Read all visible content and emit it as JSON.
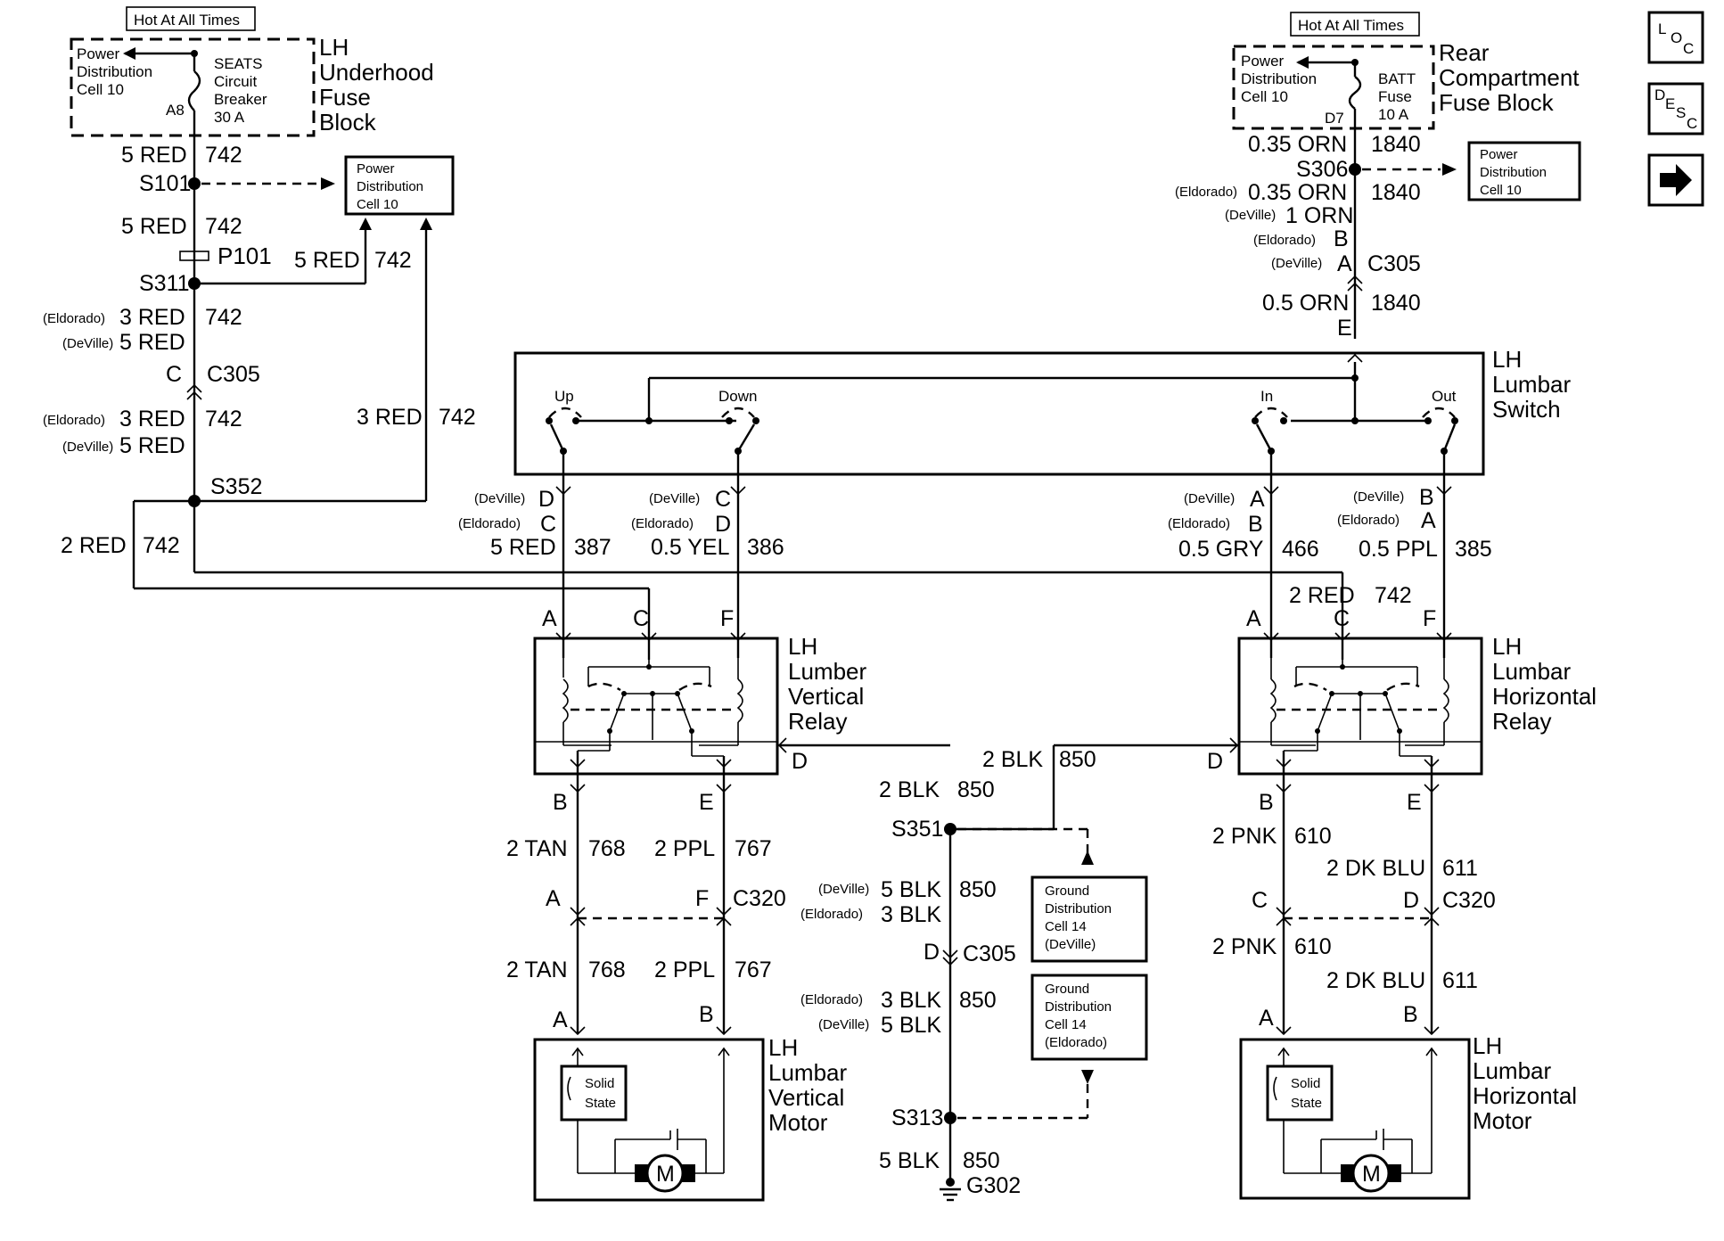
{
  "fuse_block_lh": {
    "hot_label": "Hot At All Times",
    "power_dist": [
      "Power",
      "Distribution",
      "Cell 10"
    ],
    "breaker": [
      "SEATS",
      "Circuit",
      "Breaker",
      "30 A"
    ],
    "pin": "A8",
    "title": [
      "LH",
      "Underhood",
      "Fuse",
      "Block"
    ]
  },
  "fuse_block_rear": {
    "hot_label": "Hot At All Times",
    "power_dist": [
      "Power",
      "Distribution",
      "Cell 10"
    ],
    "fuse": [
      "BATT",
      "Fuse",
      "10 A"
    ],
    "pin": "D7",
    "title": [
      "Rear",
      "Compartment",
      "Fuse Block"
    ]
  },
  "nav": {
    "loc": [
      "L",
      "O",
      "C"
    ],
    "desc": [
      "D",
      "E",
      "S",
      "C"
    ],
    "next_arrow": "→"
  },
  "left_circuit": {
    "w1": [
      "5 RED",
      "742"
    ],
    "s101": "S101",
    "pd1": [
      "Power",
      "Distribution",
      "Cell 10"
    ],
    "w2": [
      "5 RED",
      "742"
    ],
    "p101": "P101",
    "s311": "S311",
    "w3": [
      "5 RED",
      "742"
    ],
    "eld1": "(Eldorado)",
    "eld1_w": "3 RED",
    "eld1_n": "742",
    "dev1": "(DeVille)",
    "dev1_w": "5 RED",
    "conn_c": "C",
    "c305": "C305",
    "eld2": "(Eldorado)",
    "eld2_w": "3 RED",
    "eld2_n": "742",
    "dev2": "(DeVille)",
    "dev2_w": "5 RED",
    "w4": [
      "3 RED",
      "742"
    ],
    "s352": "S352",
    "w5": [
      "2 RED",
      "742"
    ]
  },
  "right_feed": {
    "w1": [
      "0.35 ORN",
      "1840"
    ],
    "s306": "S306",
    "pd": [
      "Power",
      "Distribution",
      "Cell 10"
    ],
    "eld": "(Eldorado)",
    "eld_w": "0.35 ORN",
    "eld_n": "1840",
    "dev": "(DeVille)",
    "dev_w": "1 ORN",
    "eld_pin_l": "(Eldorado)",
    "eld_pin": "B",
    "dev_pin_l": "(DeVille)",
    "dev_pin": "A",
    "c305": "C305",
    "w2": [
      "0.5 ORN",
      "1840"
    ],
    "pin_e": "E"
  },
  "switch": {
    "title": [
      "LH",
      "Lumbar",
      "Switch"
    ],
    "up": "Up",
    "down": "Down",
    "in": "In",
    "out": "Out",
    "p1_dev": "(DeVille)",
    "p1_dev_pin": "D",
    "p1_eld": "(Eldorado)",
    "p1_eld_pin": "C",
    "p1_w": [
      "5 RED",
      "387"
    ],
    "p2_dev": "(DeVille)",
    "p2_dev_pin": "C",
    "p2_eld": "(Eldorado)",
    "p2_eld_pin": "D",
    "p2_w": [
      "0.5 YEL",
      "386"
    ],
    "p3_dev": "(DeVille)",
    "p3_dev_pin": "A",
    "p3_eld": "(Eldorado)",
    "p3_eld_pin": "B",
    "p3_w": [
      "0.5 GRY",
      "466"
    ],
    "p4_dev": "(DeVille)",
    "p4_dev_pin": "B",
    "p4_eld": "(Eldorado)",
    "p4_eld_pin": "A",
    "p4_w": [
      "0.5 PPL",
      "385"
    ]
  },
  "relay_v": {
    "title": [
      "LH",
      "Lumber",
      "Vertical",
      "Relay"
    ],
    "pins": {
      "a": "A",
      "c": "C",
      "f": "F",
      "d": "D",
      "b": "B",
      "e": "E"
    }
  },
  "relay_h": {
    "title": [
      "LH",
      "Lumbar",
      "Horizontal",
      "Relay"
    ],
    "pins": {
      "a": "A",
      "c": "C",
      "f": "F",
      "d": "D",
      "b": "B",
      "e": "E"
    },
    "feed": [
      "2 RED",
      "742"
    ]
  },
  "ground": {
    "w1": [
      "2 BLK",
      "850"
    ],
    "w2": [
      "2 BLK",
      "850"
    ],
    "s351": "S351",
    "dev1": "(DeVille)",
    "dev1_w": "5 BLK",
    "dev1_n": "850",
    "eld1": "(Eldorado)",
    "eld1_w": "3 BLK",
    "pin_d": "D",
    "c305": "C305",
    "eld2": "(Eldorado)",
    "eld2_w": "3 BLK",
    "eld2_n": "850",
    "dev2": "(DeVille)",
    "dev2_w": "5 BLK",
    "s313": "S313",
    "w3": [
      "5 BLK",
      "850"
    ],
    "g302": "G302",
    "gd1": [
      "Ground",
      "Distribution",
      "Cell 14",
      "(DeVille)"
    ],
    "gd2": [
      "Ground",
      "Distribution",
      "Cell 14",
      "(Eldorado)"
    ]
  },
  "vert_motor_wires": {
    "pin_b": "B",
    "pin_e": "E",
    "w1a": [
      "2 TAN",
      "768"
    ],
    "w1b": [
      "2 PPL",
      "767"
    ],
    "pin_a": "A",
    "pin_f": "F",
    "c320": "C320",
    "w2a": [
      "2 TAN",
      "768"
    ],
    "w2b": [
      "2 PPL",
      "767"
    ],
    "m_a": "A",
    "m_b": "B"
  },
  "horiz_motor_wires": {
    "pin_b": "B",
    "pin_e": "E",
    "w1a": [
      "2 PNK",
      "610"
    ],
    "w1b": [
      "2 DK BLU",
      "611"
    ],
    "pin_c": "C",
    "pin_d": "D",
    "c320": "C320",
    "w2a": [
      "2 PNK",
      "610"
    ],
    "w2b": [
      "2 DK BLU",
      "611"
    ],
    "m_a": "A",
    "m_b": "B"
  },
  "motor_v": {
    "title": [
      "LH",
      "Lumbar",
      "Vertical",
      "Motor"
    ],
    "solid": [
      "Solid",
      "State"
    ],
    "m": "M"
  },
  "motor_h": {
    "title": [
      "LH",
      "Lumbar",
      "Horizontal",
      "Motor"
    ],
    "solid": [
      "Solid",
      "State"
    ],
    "m": "M"
  }
}
